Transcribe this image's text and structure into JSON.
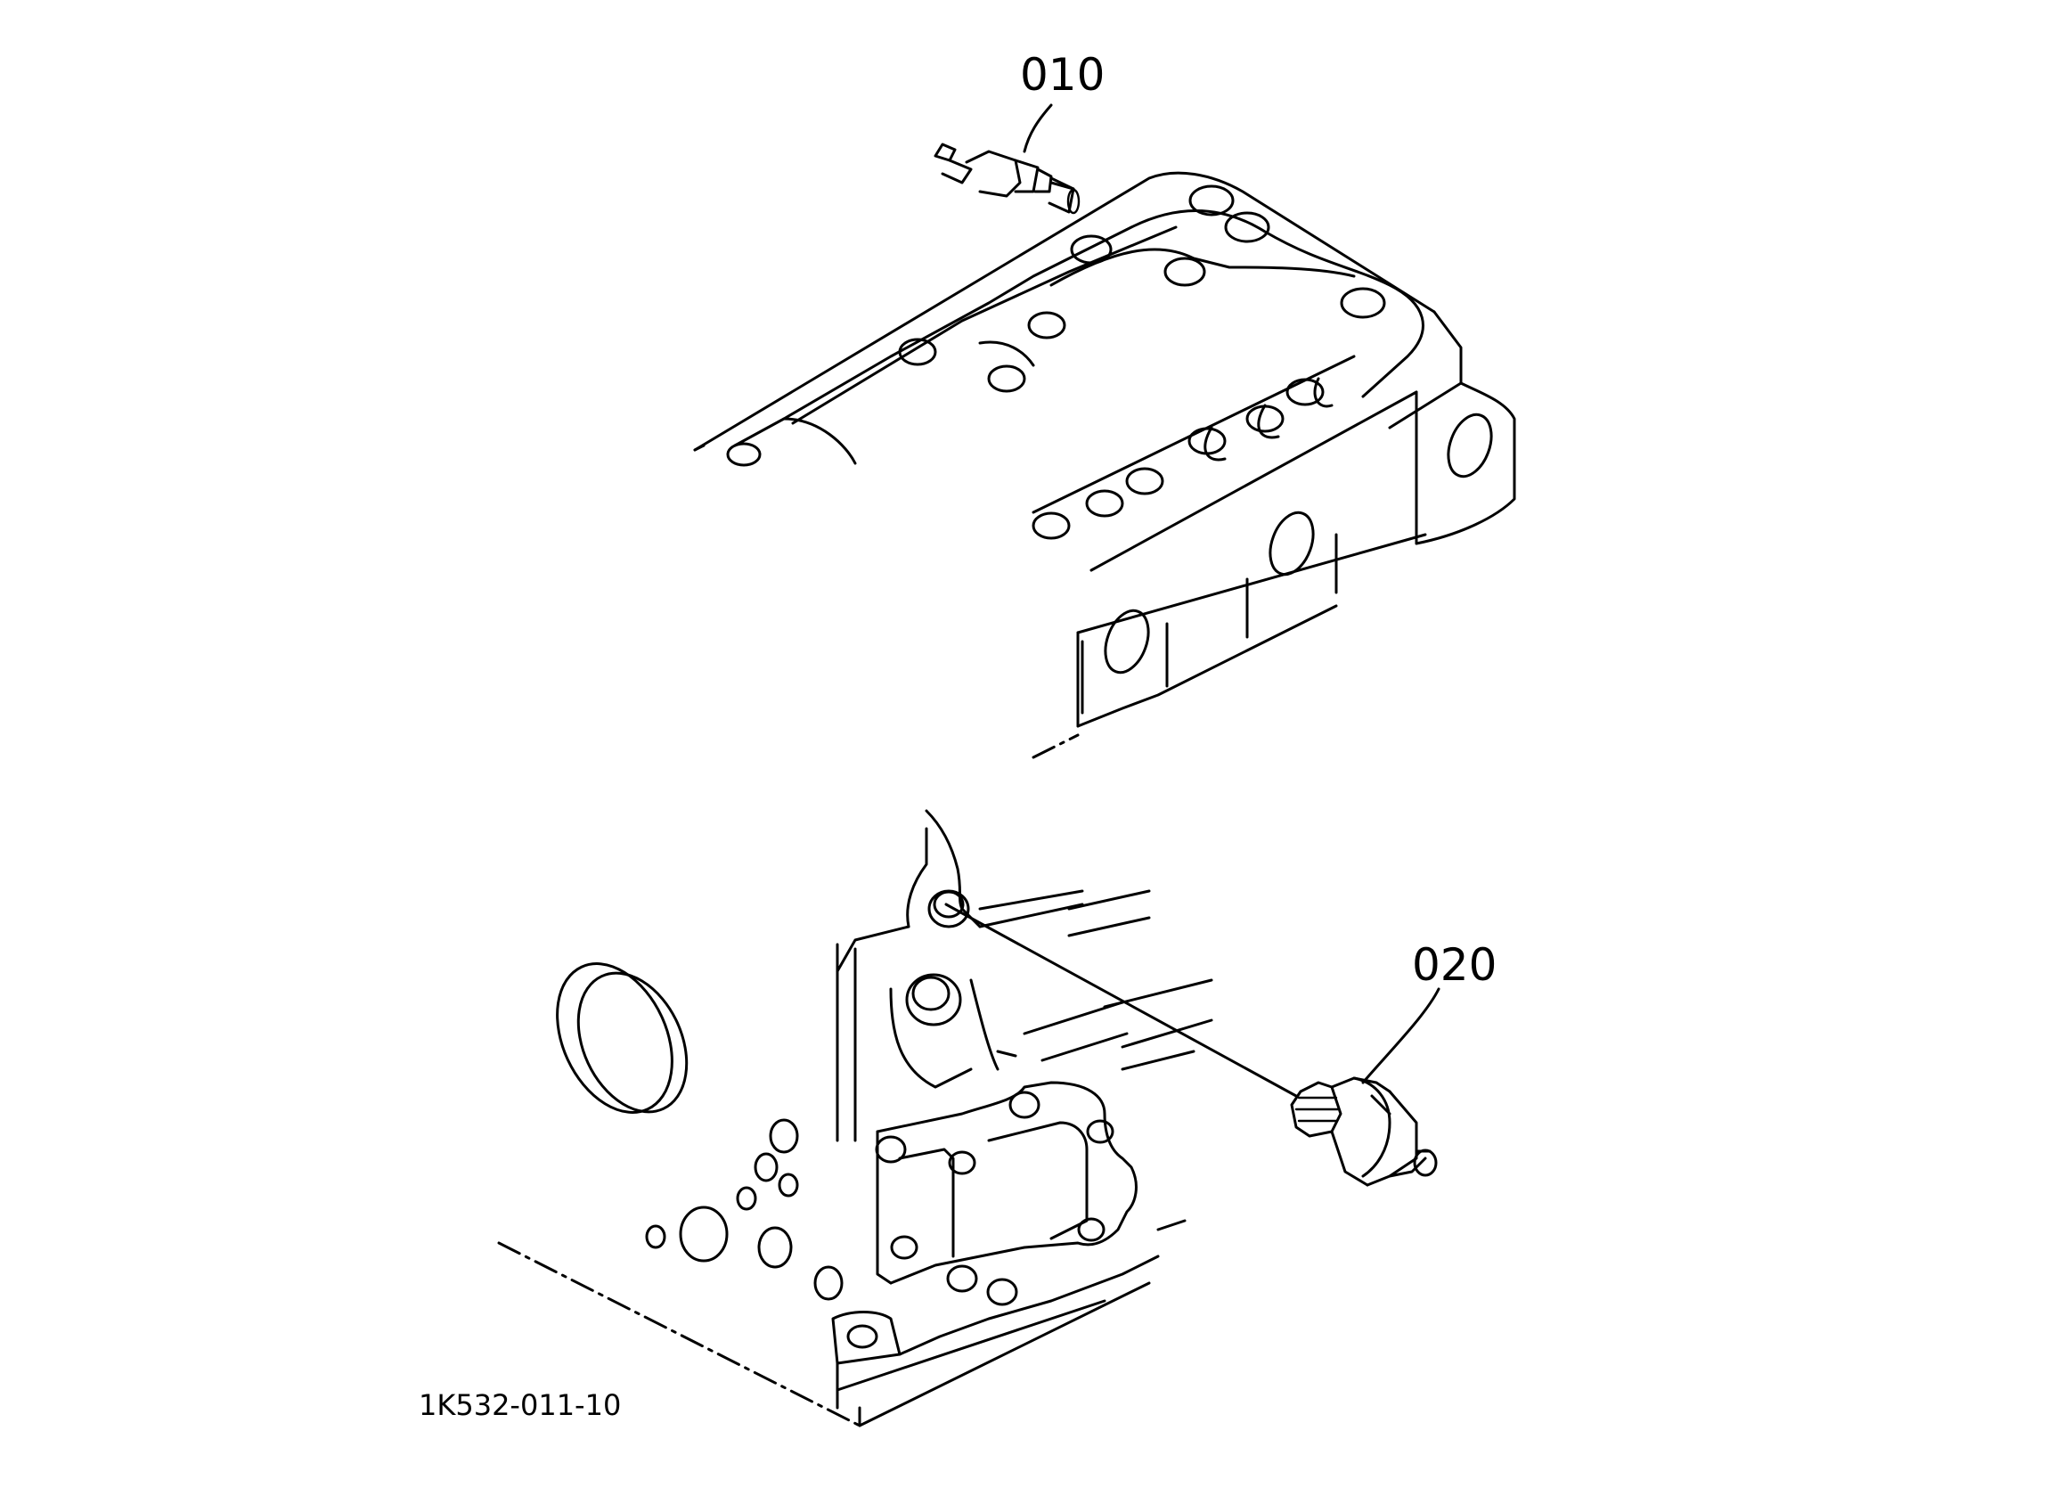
{
  "diagram": {
    "reference_code": "1K532-011-10",
    "callouts": [
      {
        "id": "callout-010",
        "label": "010"
      },
      {
        "id": "callout-020",
        "label": "020"
      }
    ]
  }
}
